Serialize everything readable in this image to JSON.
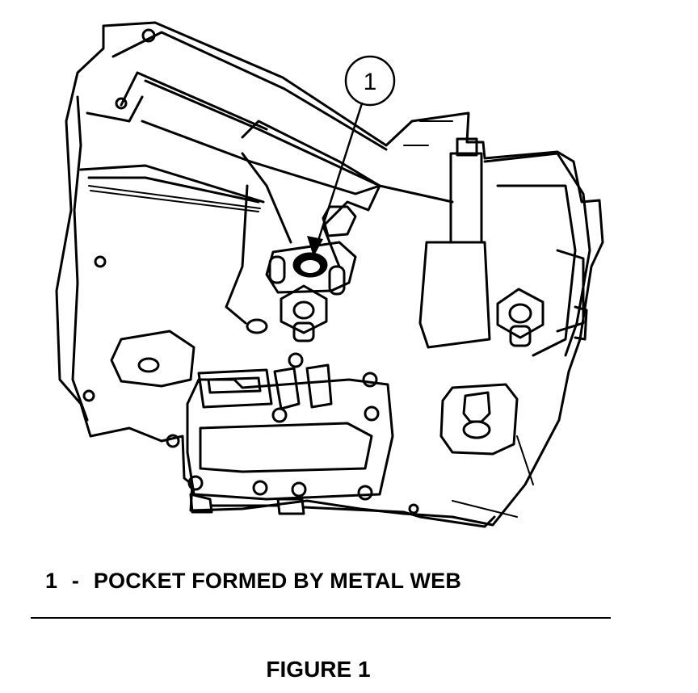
{
  "diagram": {
    "subject": "transmission-case",
    "callouts": [
      {
        "number": "1",
        "description": "POCKET FORMED BY METAL WEB"
      }
    ]
  },
  "legend": {
    "items": [
      {
        "number": "1",
        "separator": "-",
        "text": "POCKET FORMED BY METAL WEB"
      }
    ]
  },
  "caption": "FIGURE 1",
  "colors": {
    "ink": "#000000",
    "paper": "#ffffff"
  }
}
